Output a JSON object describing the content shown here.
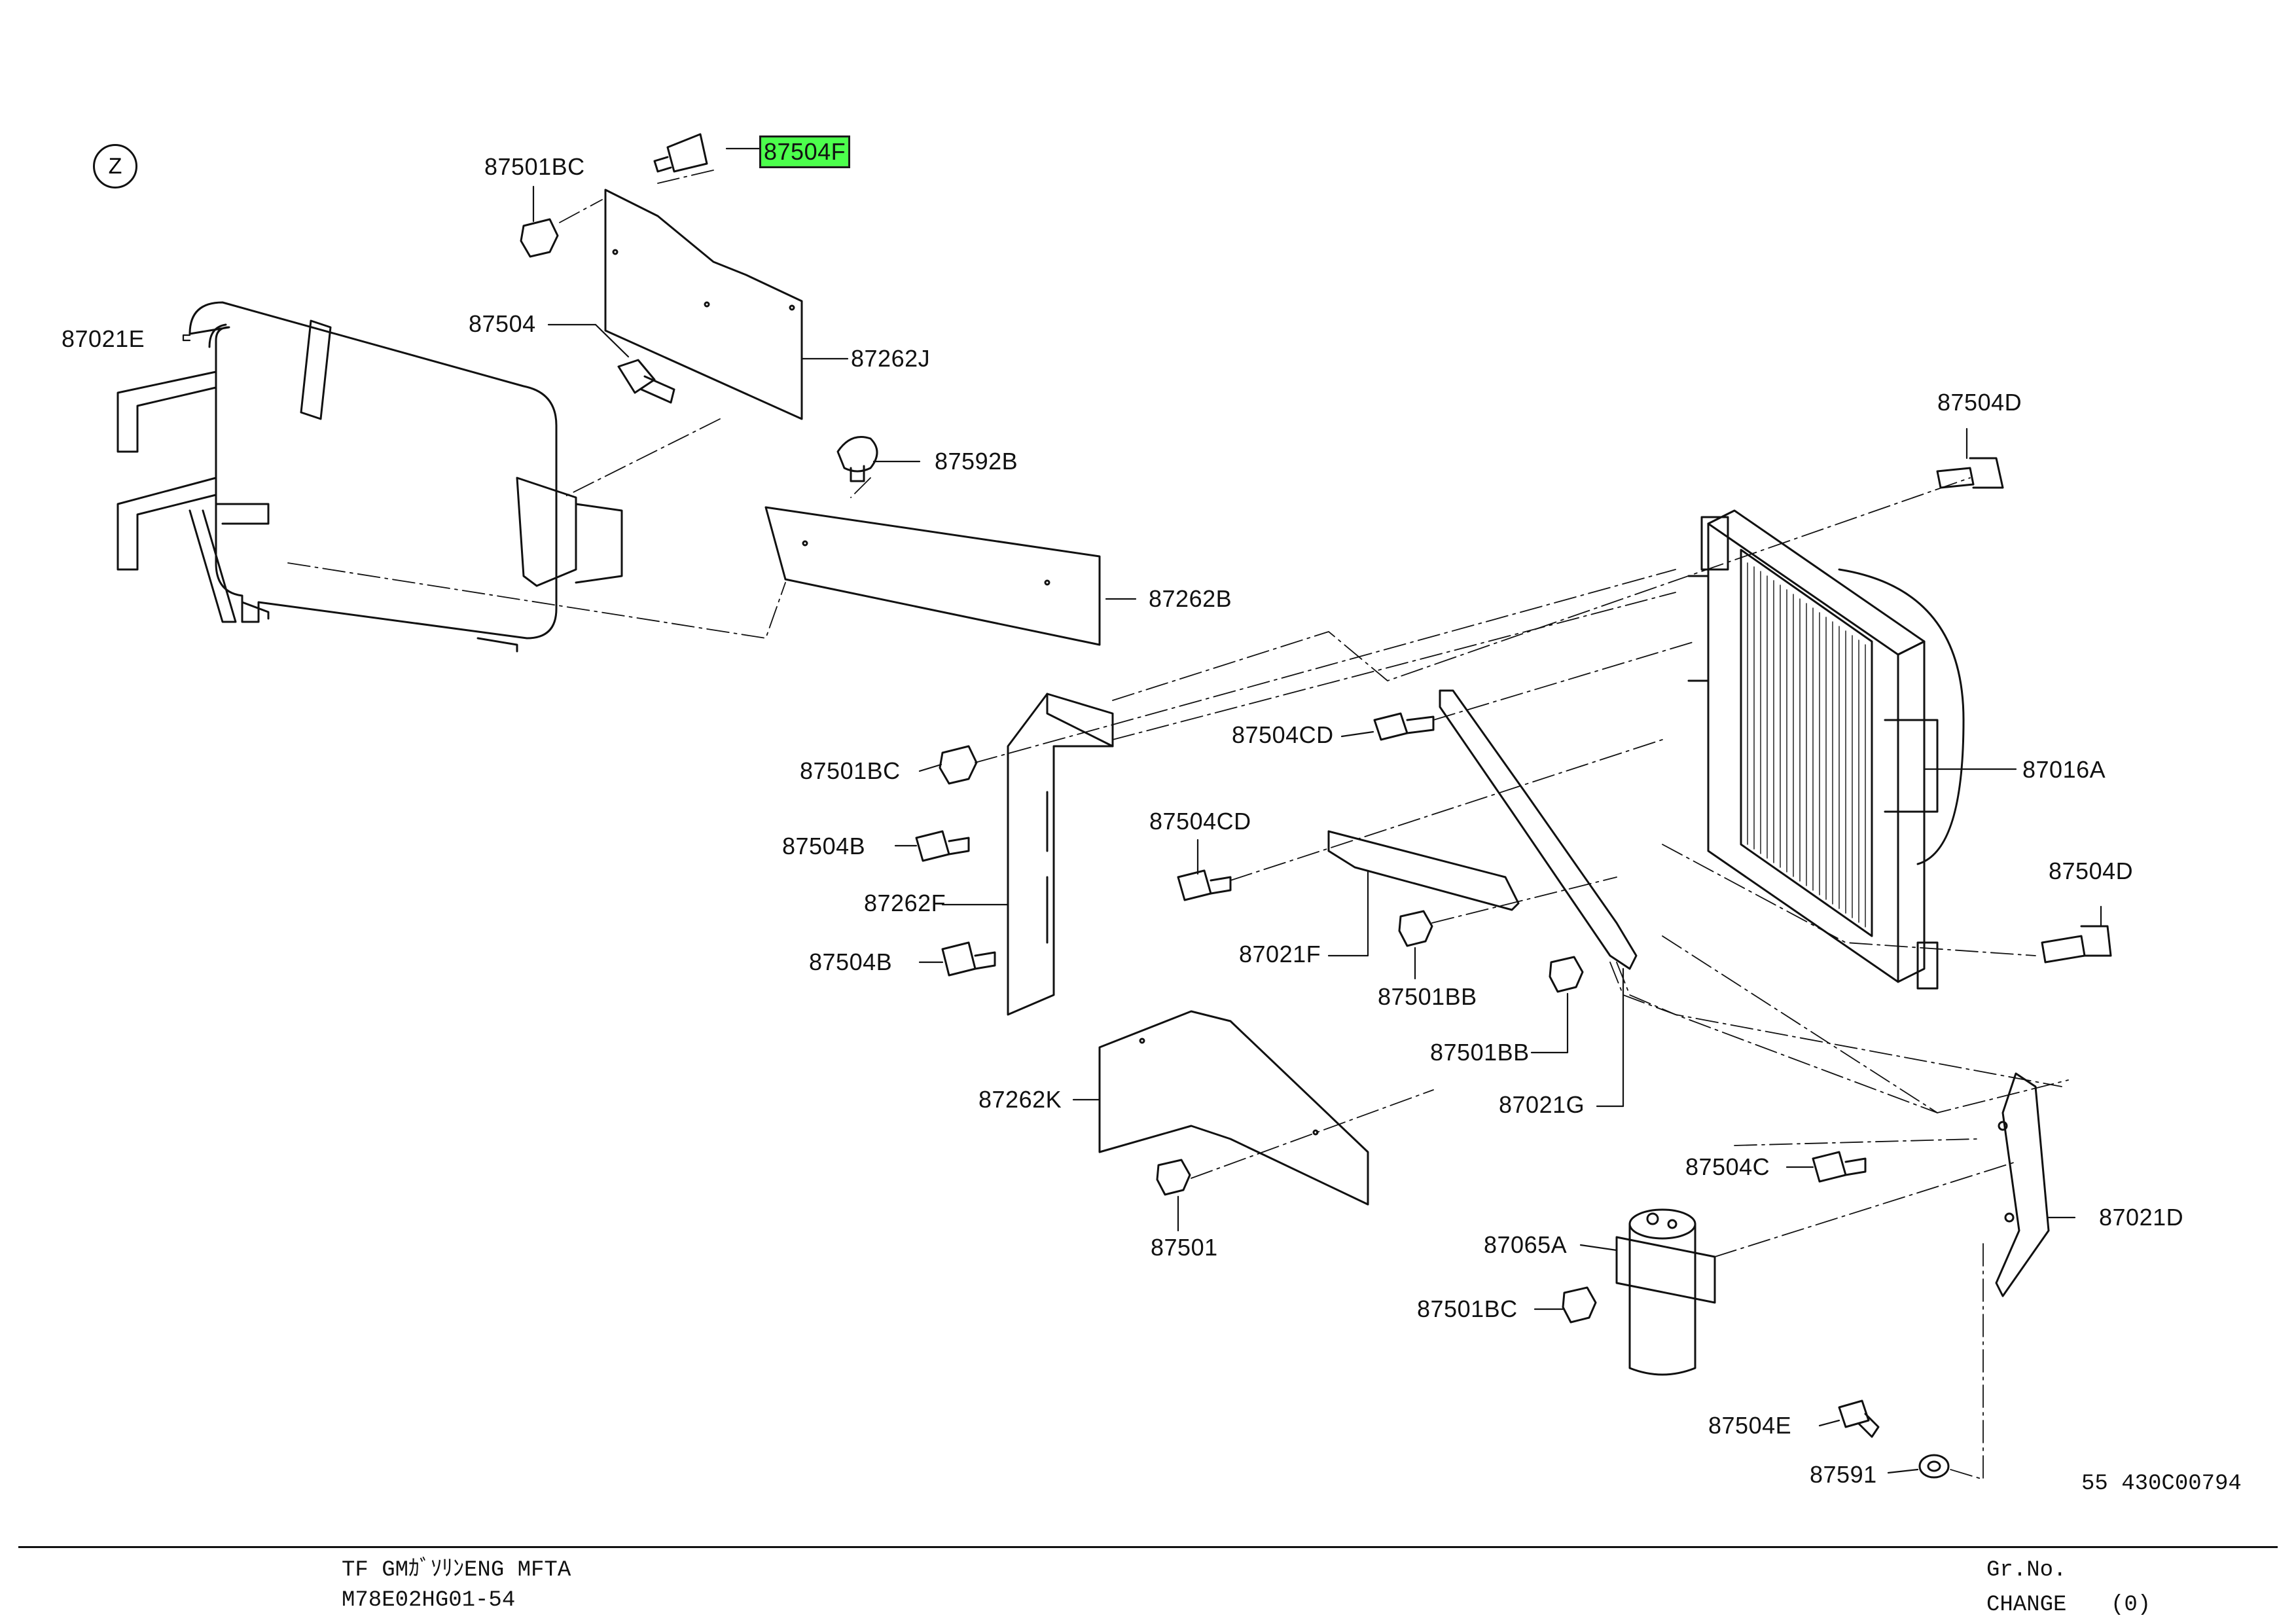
{
  "zone_mark": "Z",
  "highlight_color": "#4cff4c",
  "labels": {
    "p87504F": "87504F",
    "p87501BC_top": "87501BC",
    "p87021E": "87021E",
    "p87504": "87504",
    "p87262J": "87262J",
    "p87592B": "87592B",
    "p87262B": "87262B",
    "p87504D_top": "87504D",
    "p87501BC_mid": "87501BC",
    "p87504CD_a": "87504CD",
    "p87016A": "87016A",
    "p87504B_a": "87504B",
    "p87504CD_b": "87504CD",
    "p87262F": "87262F",
    "p87504D_right": "87504D",
    "p87504B_b": "87504B",
    "p87021F": "87021F",
    "p87501BB_a": "87501BB",
    "p87501BB_b": "87501BB",
    "p87262K": "87262K",
    "p87021G": "87021G",
    "p87504C": "87504C",
    "p87021D": "87021D",
    "p87501": "87501",
    "p87065A": "87065A",
    "p87501BC_bottom": "87501BC",
    "p87504E": "87504E",
    "p87591": "87591"
  },
  "drawing_code": "55  430C00794",
  "footer": {
    "title": "TF  GMｶﾞｿﾘﾝENG  MFTA",
    "code": "M78E02HG01-54",
    "gr_no": "Gr.No.",
    "change_label": "CHANGE",
    "change_value": "(0)"
  }
}
